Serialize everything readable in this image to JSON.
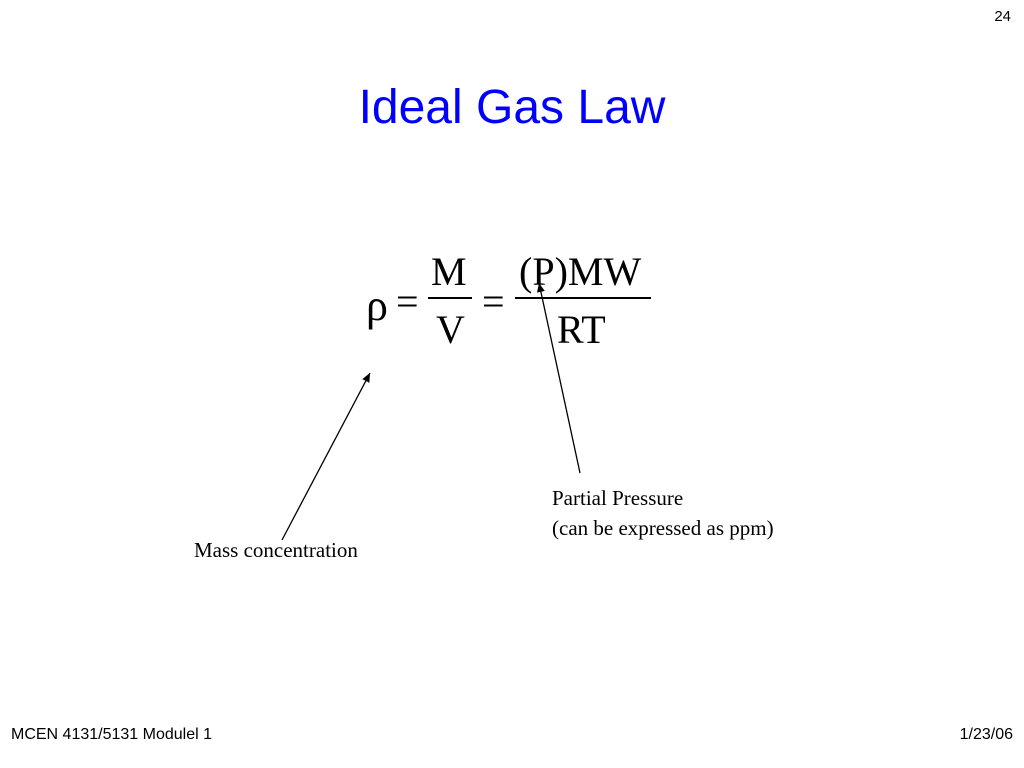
{
  "slide": {
    "page_number": "24",
    "title": "Ideal Gas Law",
    "title_color": "#0000ff"
  },
  "equation": {
    "lhs": "ρ",
    "equals": "=",
    "frac1_numerator": "M",
    "frac1_denominator": "V",
    "frac2_numerator": "(P)MW",
    "frac2_denominator": "RT"
  },
  "annotations": {
    "mass_label": "Mass concentration",
    "pressure_line1": "Partial Pressure",
    "pressure_line2": "(can be expressed as ppm)"
  },
  "footer": {
    "course": "MCEN 4131/5131 Modulel 1",
    "date": "1/23/06"
  }
}
